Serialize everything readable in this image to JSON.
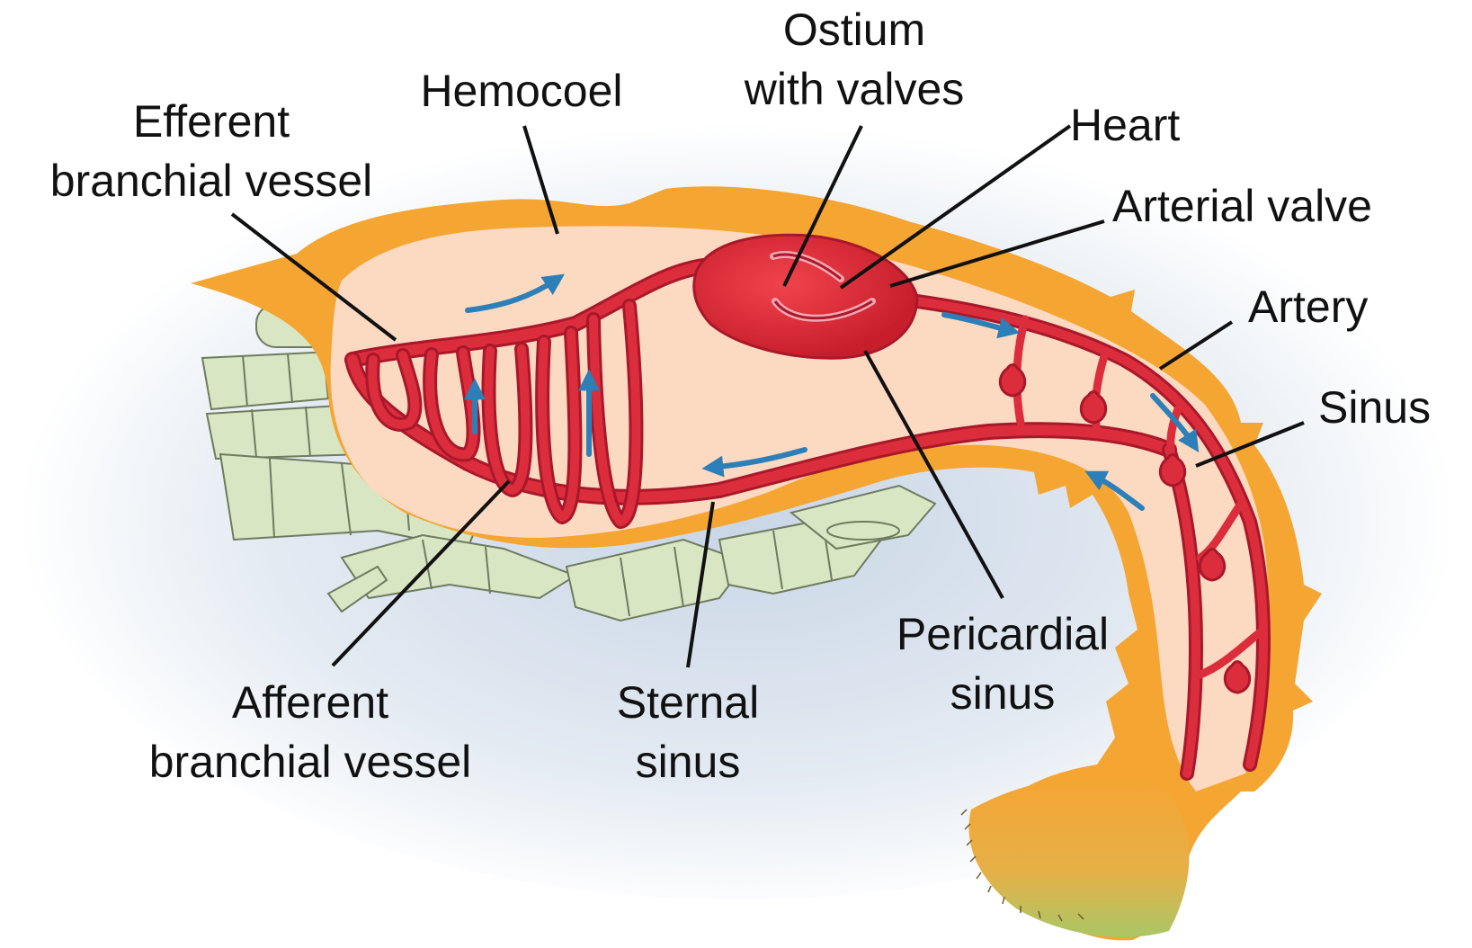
{
  "labels": {
    "ostium": [
      "Ostium",
      "with valves"
    ],
    "hemocoel": [
      "Hemocoel"
    ],
    "efferent": [
      "Efferent",
      "branchial vessel"
    ],
    "heart": [
      "Heart"
    ],
    "arterial_valve": [
      "Arterial valve"
    ],
    "artery": [
      "Artery"
    ],
    "sinus": [
      "Sinus"
    ],
    "pericardial": [
      "Pericardial",
      "sinus"
    ],
    "sternal": [
      "Sternal",
      "sinus"
    ],
    "afferent": [
      "Afferent",
      "branchial vessel"
    ]
  },
  "colors": {
    "exoskeleton": "#f5a532",
    "body_cavity": "#fcd9c1",
    "vessel": "#dc2d3c",
    "vessel_dark": "#a8182a",
    "heart": "#e02a35",
    "flow_arrow": "#2c7fb8",
    "appendage": "#d9e6c3",
    "appendage_outline": "#6e7b5f",
    "leader_line": "#111111"
  }
}
